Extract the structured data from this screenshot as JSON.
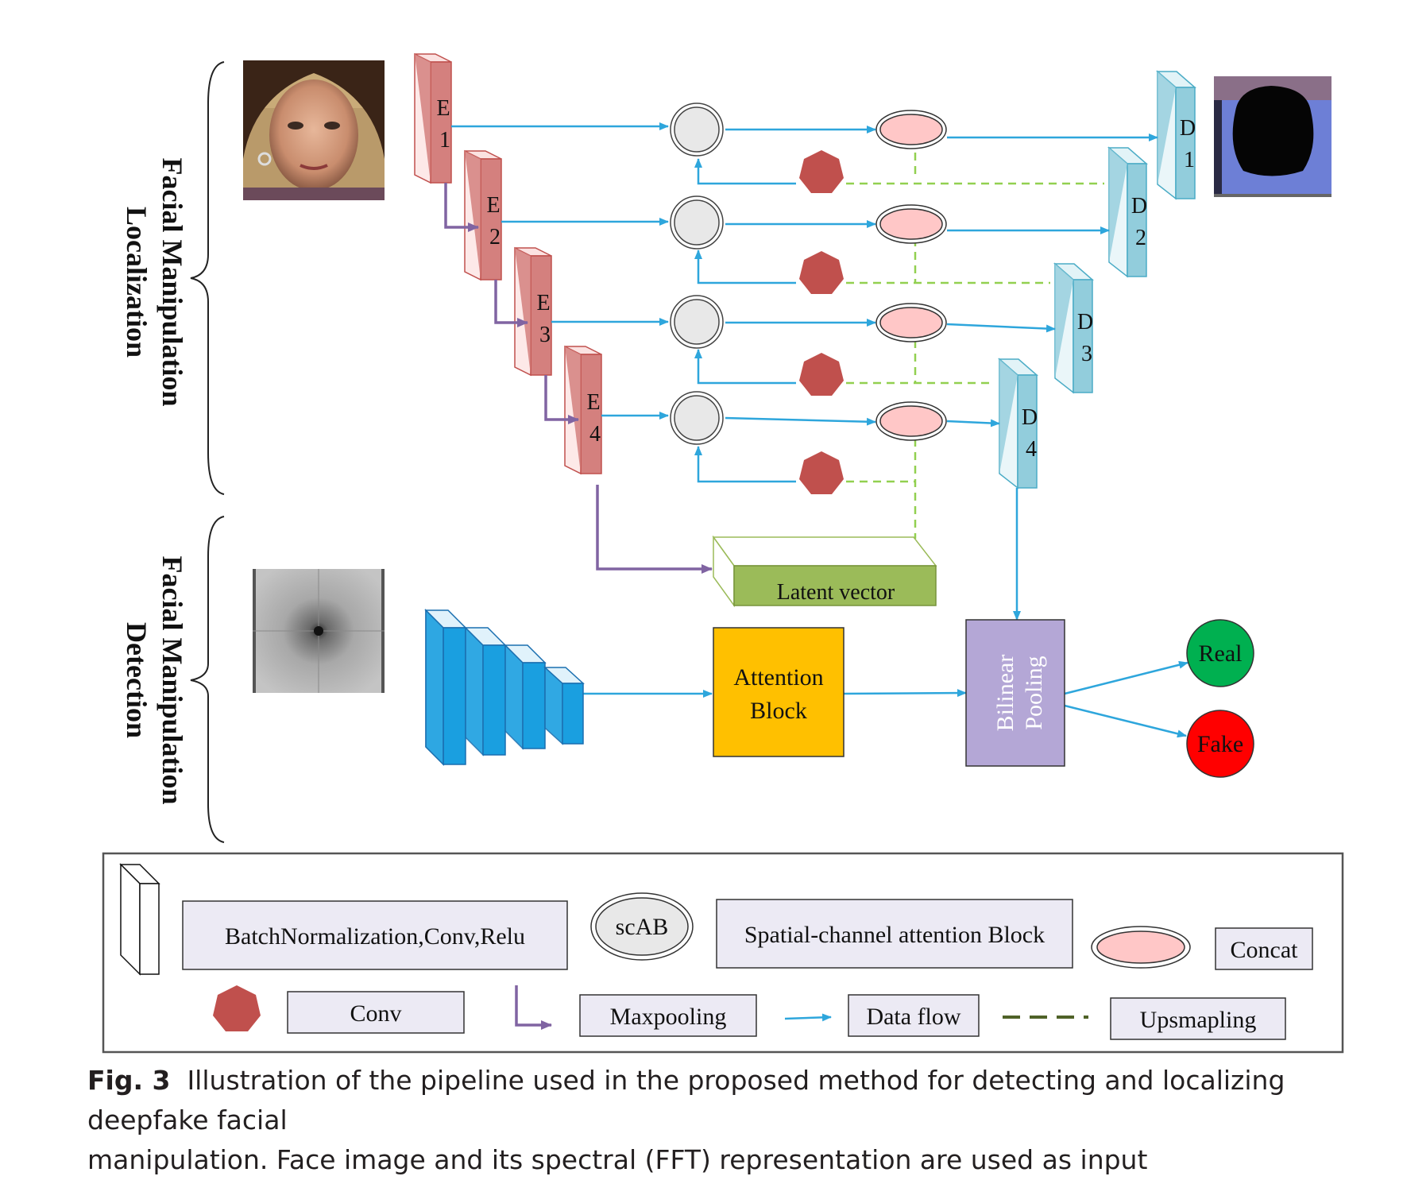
{
  "section_labels": {
    "localization": [
      "Facial Manipulation",
      "Localization"
    ],
    "detection": [
      "Facial Manipulation",
      "Detection"
    ]
  },
  "encoders": [
    "E 1",
    "E 2",
    "E 3",
    "E 4"
  ],
  "decoders": [
    "D 1",
    "D 2",
    "D 3",
    "D 4"
  ],
  "latent_vector": "Latent vector",
  "attention_block": [
    "Attention",
    "Block"
  ],
  "bilinear_pooling": [
    "Bilinear",
    "Pooling"
  ],
  "outputs": {
    "real": "Real",
    "fake": "Fake"
  },
  "legend": {
    "bn_conv_relu": "BatchNormalization,Conv,Relu",
    "scab_symbol": "scAB",
    "scab_label": "Spatial-channel attention Block",
    "concat": "Concat",
    "conv": "Conv",
    "maxpooling": "Maxpooling",
    "data_flow": "Data flow",
    "upsampling": "Upsmapling"
  },
  "caption": {
    "fig_label": "Fig. 3",
    "text_line1": "Illustration of the pipeline used in the proposed method for detecting and localizing deepfake facial",
    "text_line2": "manipulation. Face image and its spectral (FFT) representation are used as input"
  },
  "colors": {
    "encoder": "#d4807e",
    "decoder": "#92cddc",
    "conv": "#c0504d",
    "concat": "#ffc7c7",
    "data_flow": "#2ea6dc",
    "maxpool": "#8064a2",
    "upsample": "#92d050",
    "latent": "#9bbb59",
    "attention": "#ffc000",
    "bilinear": "#b4a7d6",
    "real": "#00b050",
    "fake": "#ff0000",
    "detect_conv": "#1a9fe0"
  }
}
